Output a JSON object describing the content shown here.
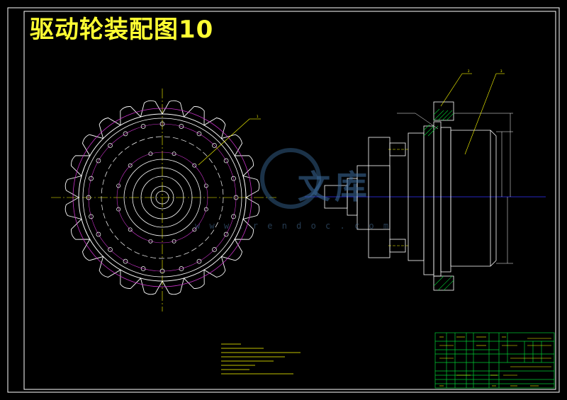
{
  "title": "驱动轮装配图10",
  "watermark": {
    "logo": "文库",
    "url": "w w w . r e n d o c . c o m"
  },
  "colors": {
    "background": "#000000",
    "frame": "#ffffff",
    "title": "#ffff33",
    "pitch_circle": "#cc33cc",
    "centerline": "#ffff00",
    "section": "#00cc33",
    "axis": "#3333ff",
    "watermark": "#3c6ea0"
  },
  "callouts": {
    "front_view_leader": "1",
    "section_leader_1": "2",
    "section_leader_2": "3"
  }
}
